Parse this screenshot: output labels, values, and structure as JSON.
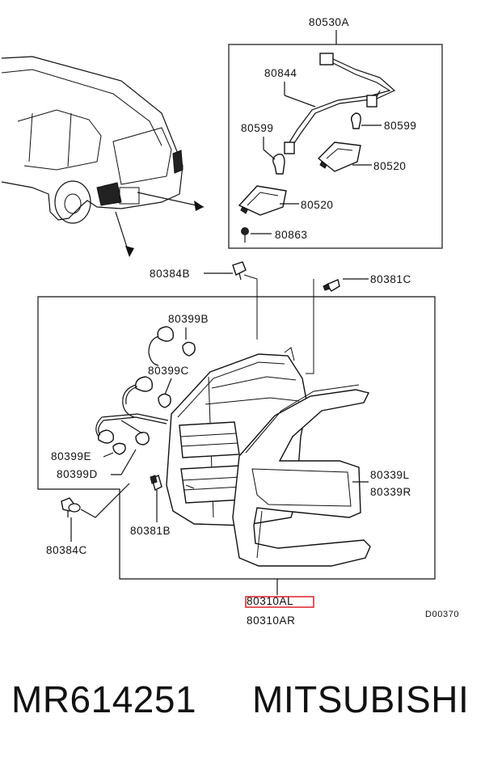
{
  "diagram": {
    "labels": {
      "p80530A": "80530A",
      "p80844": "80844",
      "p80599_left": "80599",
      "p80599_right": "80599",
      "p80520_upper": "80520",
      "p80520_lower": "80520",
      "p80863": "80863",
      "p80384B": "80384B",
      "p80381C": "80381C",
      "p80399B": "80399B",
      "p80399C": "80399C",
      "p80399E": "80399E",
      "p80399D": "80399D",
      "p80384C": "80384C",
      "p80381B": "80381B",
      "p80339L": "80339L",
      "p80339R": "80339R",
      "p80310AL": "80310AL",
      "p80310AR": "80310AR",
      "drawing_code": "D00370"
    },
    "highlight_color": "#e0202a"
  },
  "caption": {
    "part_number": "MR614251",
    "brand": "MITSUBISHI"
  }
}
